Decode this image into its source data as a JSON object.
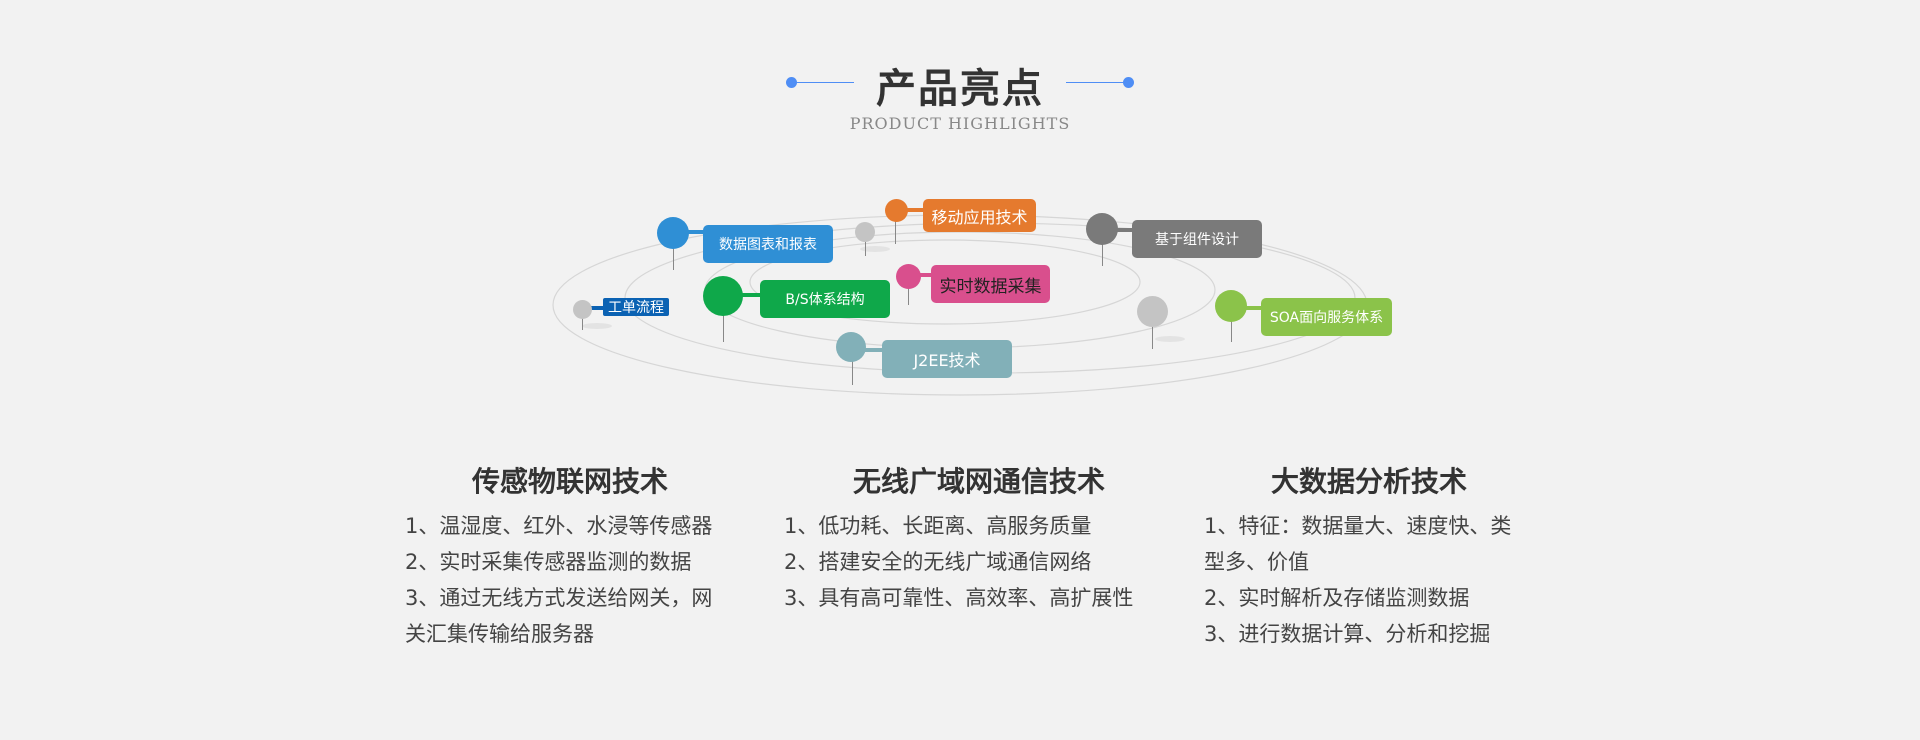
{
  "header": {
    "title": "产品亮点",
    "subtitle": "PRODUCT  HIGHLIGHTS",
    "accent_color": "#4f8ef5"
  },
  "diagram": {
    "nodes": [
      {
        "label": "数据图表和报表",
        "color": "#2f8fd5"
      },
      {
        "label": "移动应用技术",
        "color": "#e57a2e"
      },
      {
        "label": "基于组件设计",
        "color": "#7a7a7a"
      },
      {
        "label": "实时数据采集",
        "color": "#d94f8d",
        "text_color": "#222222"
      },
      {
        "label": "B/S体系结构",
        "color": "#0fa84a"
      },
      {
        "label": "工单流程",
        "color": "#0b62b3"
      },
      {
        "label": "SOA面向服务体系",
        "color": "#8bc34a"
      },
      {
        "label": "J2EE技术",
        "color": "#82b0b8"
      }
    ]
  },
  "columns": [
    {
      "title": "传感物联网技术",
      "lines": [
        "1、温湿度、红外、水浸等传感器",
        "2、实时采集传感器监测的数据",
        "3、通过无线方式发送给网关，网",
        "关汇集传输给服务器"
      ]
    },
    {
      "title": "无线广域网通信技术",
      "lines": [
        "1、低功耗、长距离、高服务质量",
        "2、搭建安全的无线广域通信网络",
        "3、具有高可靠性、高效率、高扩展性"
      ]
    },
    {
      "title": "大数据分析技术",
      "lines": [
        "1、特征：数据量大、速度快、类",
        "型多、价值",
        "2、实时解析及存储监测数据",
        "3、进行数据计算、分析和挖掘"
      ]
    }
  ]
}
